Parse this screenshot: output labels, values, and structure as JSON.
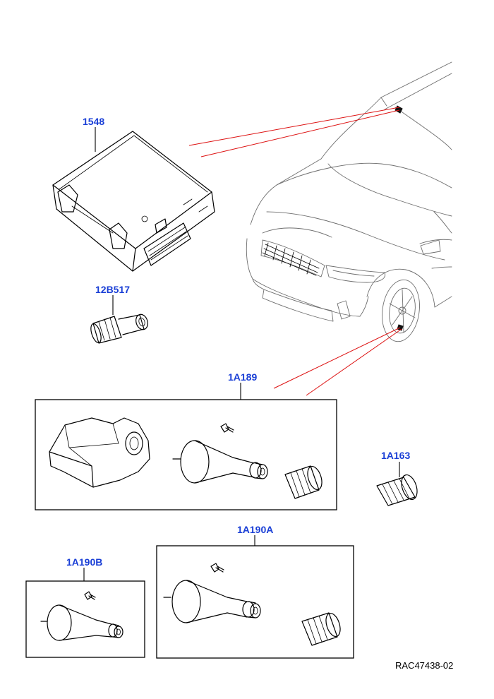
{
  "callouts": {
    "module": "1548",
    "adapter": "12B517",
    "sensor_kit": "1A189",
    "valve_cap": "1A163",
    "valve_kit_a": "1A190A",
    "valve_kit_b": "1A190B"
  },
  "reference": "RAC47438-02",
  "colors": {
    "callout_text": "#1a3fd6",
    "locator_lines": "#dd1111",
    "car_outline": "#6e6e6e"
  }
}
